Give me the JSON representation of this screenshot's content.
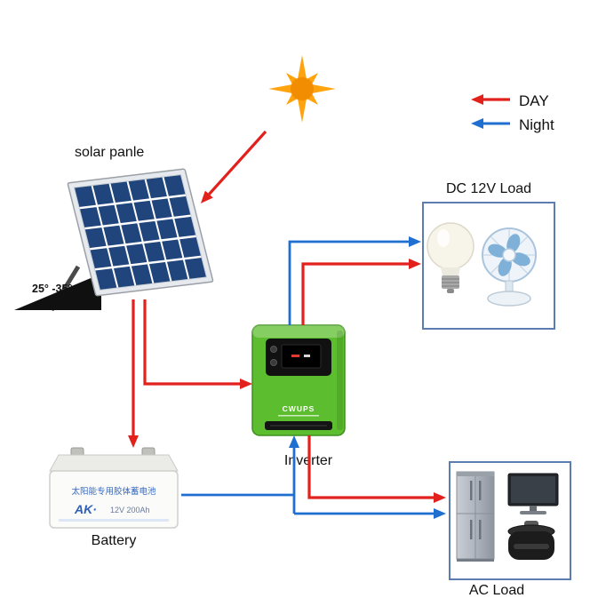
{
  "legend": {
    "day_label": "DAY",
    "night_label": "Night"
  },
  "labels": {
    "solar_panel": "solar panle",
    "tilt_angle": "25° -35°",
    "dc_load": "DC 12V Load",
    "inverter": "Inverter",
    "battery": "Battery",
    "ac_load": "AC Load"
  },
  "battery_text": {
    "title": "太阳能专用胶体蓄电池",
    "brand": "AK·",
    "spec": "12V 200Ah"
  },
  "inverter_text": {
    "brand": "CWUPS"
  },
  "colors": {
    "day_arrow": "#e2211c",
    "night_arrow": "#1f6fd0",
    "sun": "#ffa30f",
    "sun_core": "#f28c00",
    "inverter_green": "#5cbe2e",
    "panel_cell": "#20457c"
  }
}
